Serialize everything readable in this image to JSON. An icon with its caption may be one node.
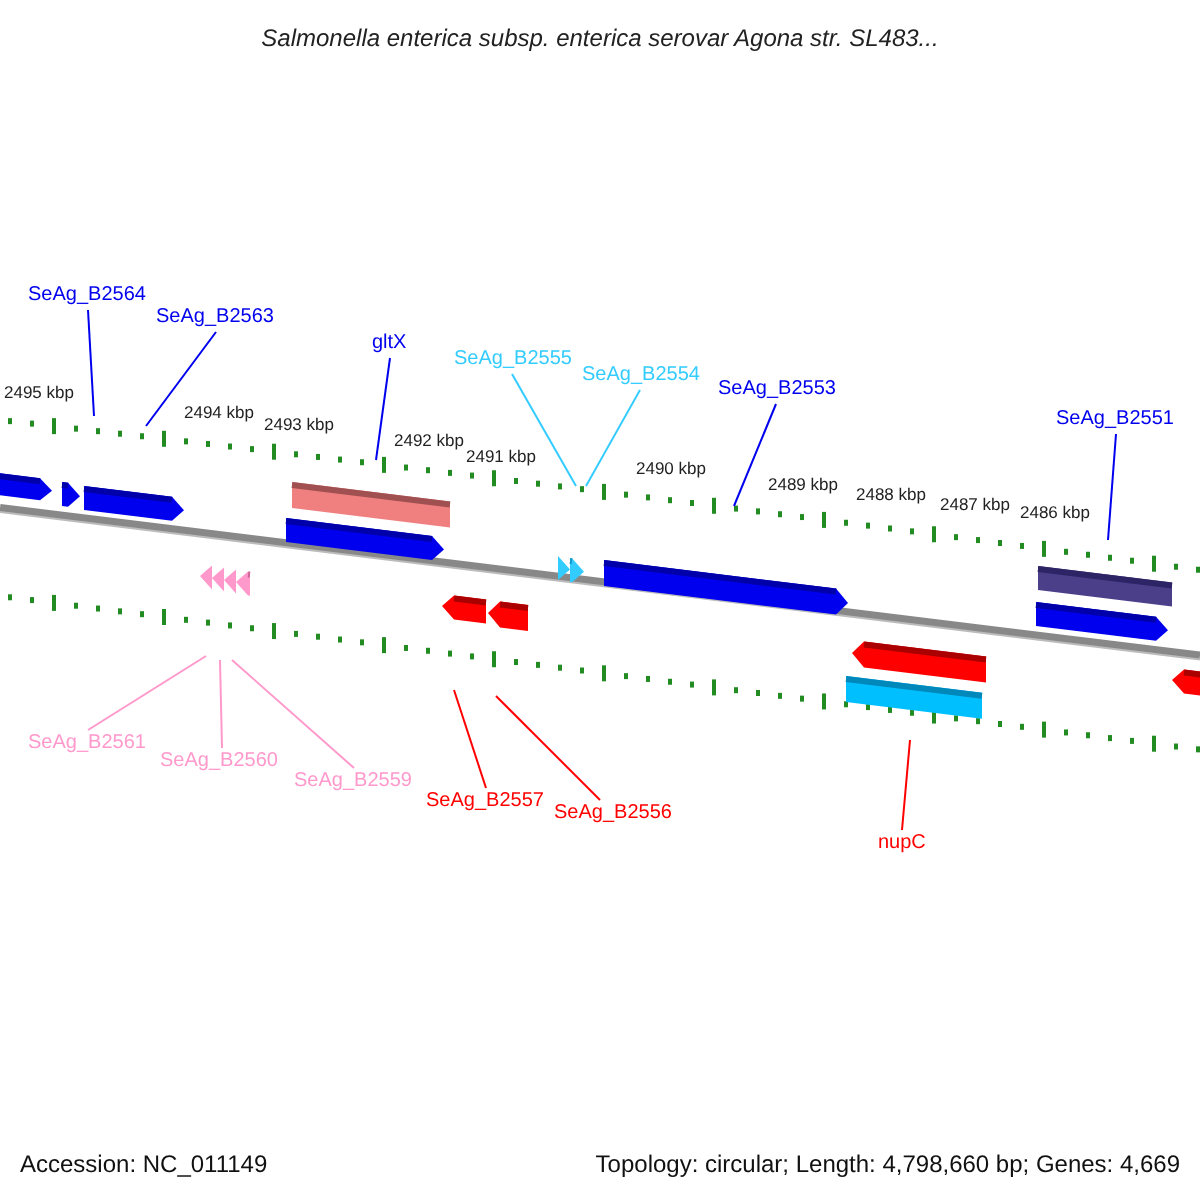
{
  "diagram": {
    "title": "Salmonella enterica subsp. enterica serovar Agona str. SL483...",
    "nodes": [
      {
        "text": [
          "SeAg_B2564"
        ]
      },
      {
        "text": [
          "SeAg_B2563"
        ]
      },
      {
        "text": [
          "gltX"
        ]
      },
      {
        "text": [
          "SeAg_B2555"
        ]
      },
      {
        "text": [
          "SeAg_B2554"
        ]
      },
      {
        "text": [
          "SeAg_B2553"
        ]
      },
      {
        "text": [
          "SeAg_B2551"
        ]
      },
      {
        "text": [
          "SeAg_B2561"
        ]
      },
      {
        "text": [
          "SeAg_B2560"
        ]
      },
      {
        "text": [
          "SeAg_B2559"
        ]
      },
      {
        "text": [
          "SeAg_B2557"
        ]
      },
      {
        "text": [
          "SeAg_B2556"
        ]
      },
      {
        "text": [
          "nupC"
        ]
      }
    ],
    "edges": [
      {
        "from": 0,
        "to": null,
        "arrow": "none"
      },
      {
        "from": 1,
        "to": null,
        "arrow": "none"
      },
      {
        "from": 2,
        "to": null,
        "arrow": "none"
      },
      {
        "from": 3,
        "to": null,
        "arrow": "none",
        "color": "#33ccff"
      },
      {
        "from": 4,
        "to": null,
        "arrow": "none",
        "color": "#33ccff"
      },
      {
        "from": 5,
        "to": null,
        "arrow": "none"
      },
      {
        "from": 6,
        "to": null,
        "arrow": "none"
      },
      {
        "from": 7,
        "to": null,
        "arrow": "none",
        "color": "#ff99cc"
      },
      {
        "from": 8,
        "to": null,
        "arrow": "none",
        "color": "#ff99cc"
      },
      {
        "from": 9,
        "to": null,
        "arrow": "none",
        "color": "#ff99cc"
      },
      {
        "from": 10,
        "to": null,
        "arrow": "none",
        "color": "#ff0000"
      },
      {
        "from": 11,
        "to": null,
        "arrow": "none",
        "color": "#ff0000"
      },
      {
        "from": 12,
        "to": null,
        "arrow": "none",
        "color": "#ff0000"
      }
    ],
    "labels": [
      "2495 kbp",
      "2494 kbp",
      "2493 kbp",
      "2492 kbp",
      "2491 kbp",
      "2490 kbp",
      "2489 kbp",
      "2488 kbp",
      "2487 kbp",
      "2486 kbp",
      "Accession: NC_011149",
      "Topology: circular; Length: 4,798,660 bp; Genes: 4,669"
    ]
  }
}
